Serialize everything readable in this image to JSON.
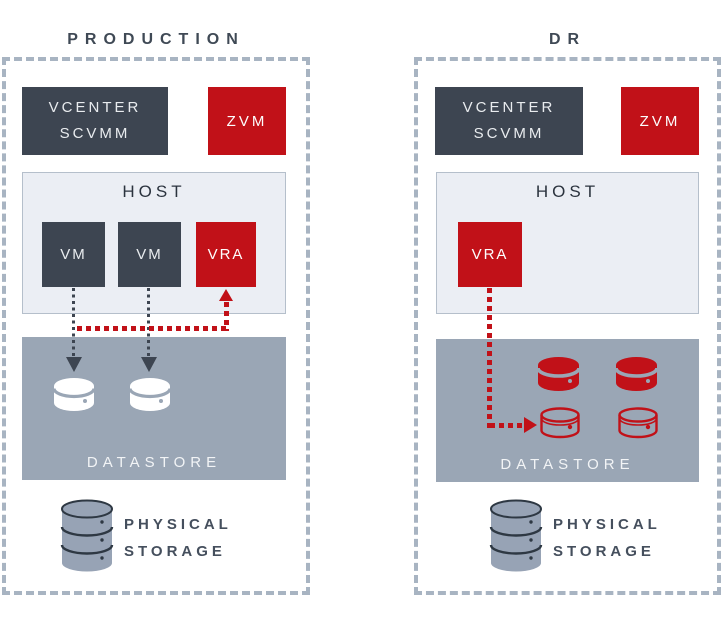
{
  "titles": {
    "production": "PRODUCTION",
    "dr": "DR"
  },
  "production": {
    "vcenter": {
      "line1": "VCENTER",
      "line2": "SCVMM"
    },
    "zvm": "ZVM",
    "host": "HOST",
    "vms": [
      "VM",
      "VM"
    ],
    "vra": "VRA",
    "datastore": "DATASTORE",
    "physical": {
      "line1": "PHYSICAL",
      "line2": "STORAGE"
    }
  },
  "dr": {
    "vcenter": {
      "line1": "VCENTER",
      "line2": "SCVMM"
    },
    "zvm": "ZVM",
    "host": "HOST",
    "vra": "VRA",
    "datastore": "DATASTORE",
    "physical": {
      "line1": "PHYSICAL",
      "line2": "STORAGE"
    }
  },
  "icons": {
    "datastore_disk_white": "white cylinder on datastore",
    "datastore_disk_red": "red filled cylinder (replica)",
    "datastore_disk_red_outline": "red outlined cylinder (journal)",
    "physical_storage": "stacked cylinders",
    "vm_write_arrow": "dark dotted arrow down",
    "replication_arrow": "red dashed arrow"
  },
  "colors": {
    "dark_slate": "#3d4551",
    "zerto_red": "#c11118",
    "host_bg": "#ebeef4",
    "datastore_bg": "#9aa6b5",
    "panel_dash": "#a8b4c2",
    "title_text": "#3f4955"
  }
}
